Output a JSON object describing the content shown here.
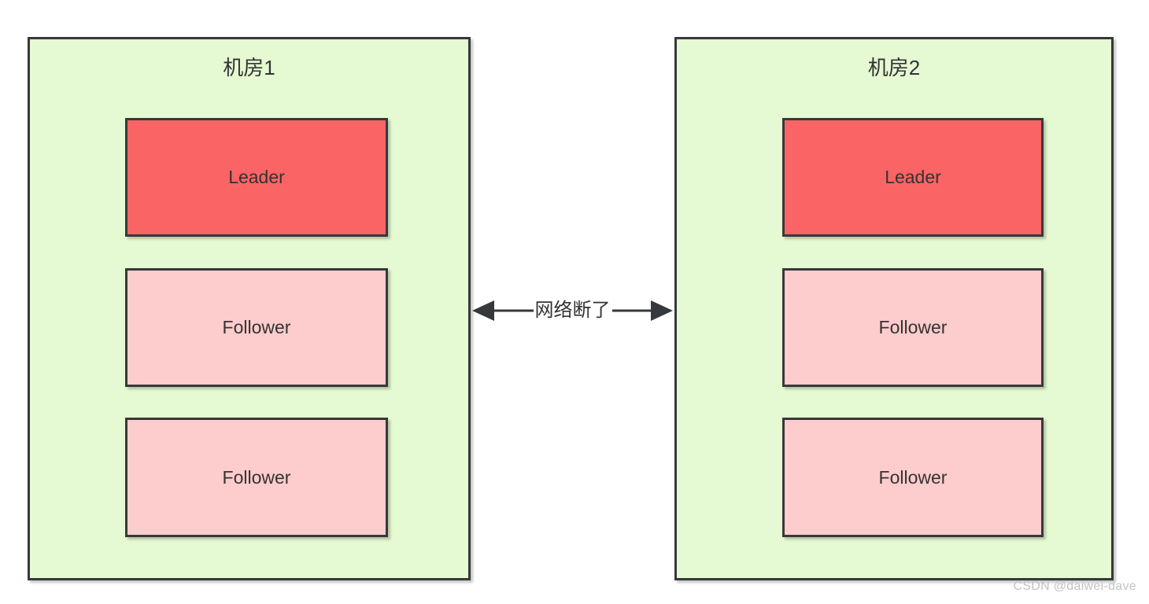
{
  "diagram": {
    "type": "network-partition-diagram",
    "colors": {
      "datacenter_fill": "#E5F9D2",
      "leader_fill": "#FA6465",
      "follower_fill": "#FDCCCC",
      "stroke": "#36393B",
      "text": "#333333",
      "watermark": "#C3C3C3",
      "background": "#FFFFFF"
    },
    "datacenters": [
      {
        "title": "机房1",
        "nodes": [
          {
            "label": "Leader",
            "role": "leader"
          },
          {
            "label": "Follower",
            "role": "follower"
          },
          {
            "label": "Follower",
            "role": "follower"
          }
        ]
      },
      {
        "title": "机房2",
        "nodes": [
          {
            "label": "Leader",
            "role": "leader"
          },
          {
            "label": "Follower",
            "role": "follower"
          },
          {
            "label": "Follower",
            "role": "follower"
          }
        ]
      }
    ],
    "link": {
      "label": "网络断了",
      "arrow": "double-headed-arrow"
    }
  },
  "watermark": {
    "text": "CSDN @daiwei-dave"
  }
}
